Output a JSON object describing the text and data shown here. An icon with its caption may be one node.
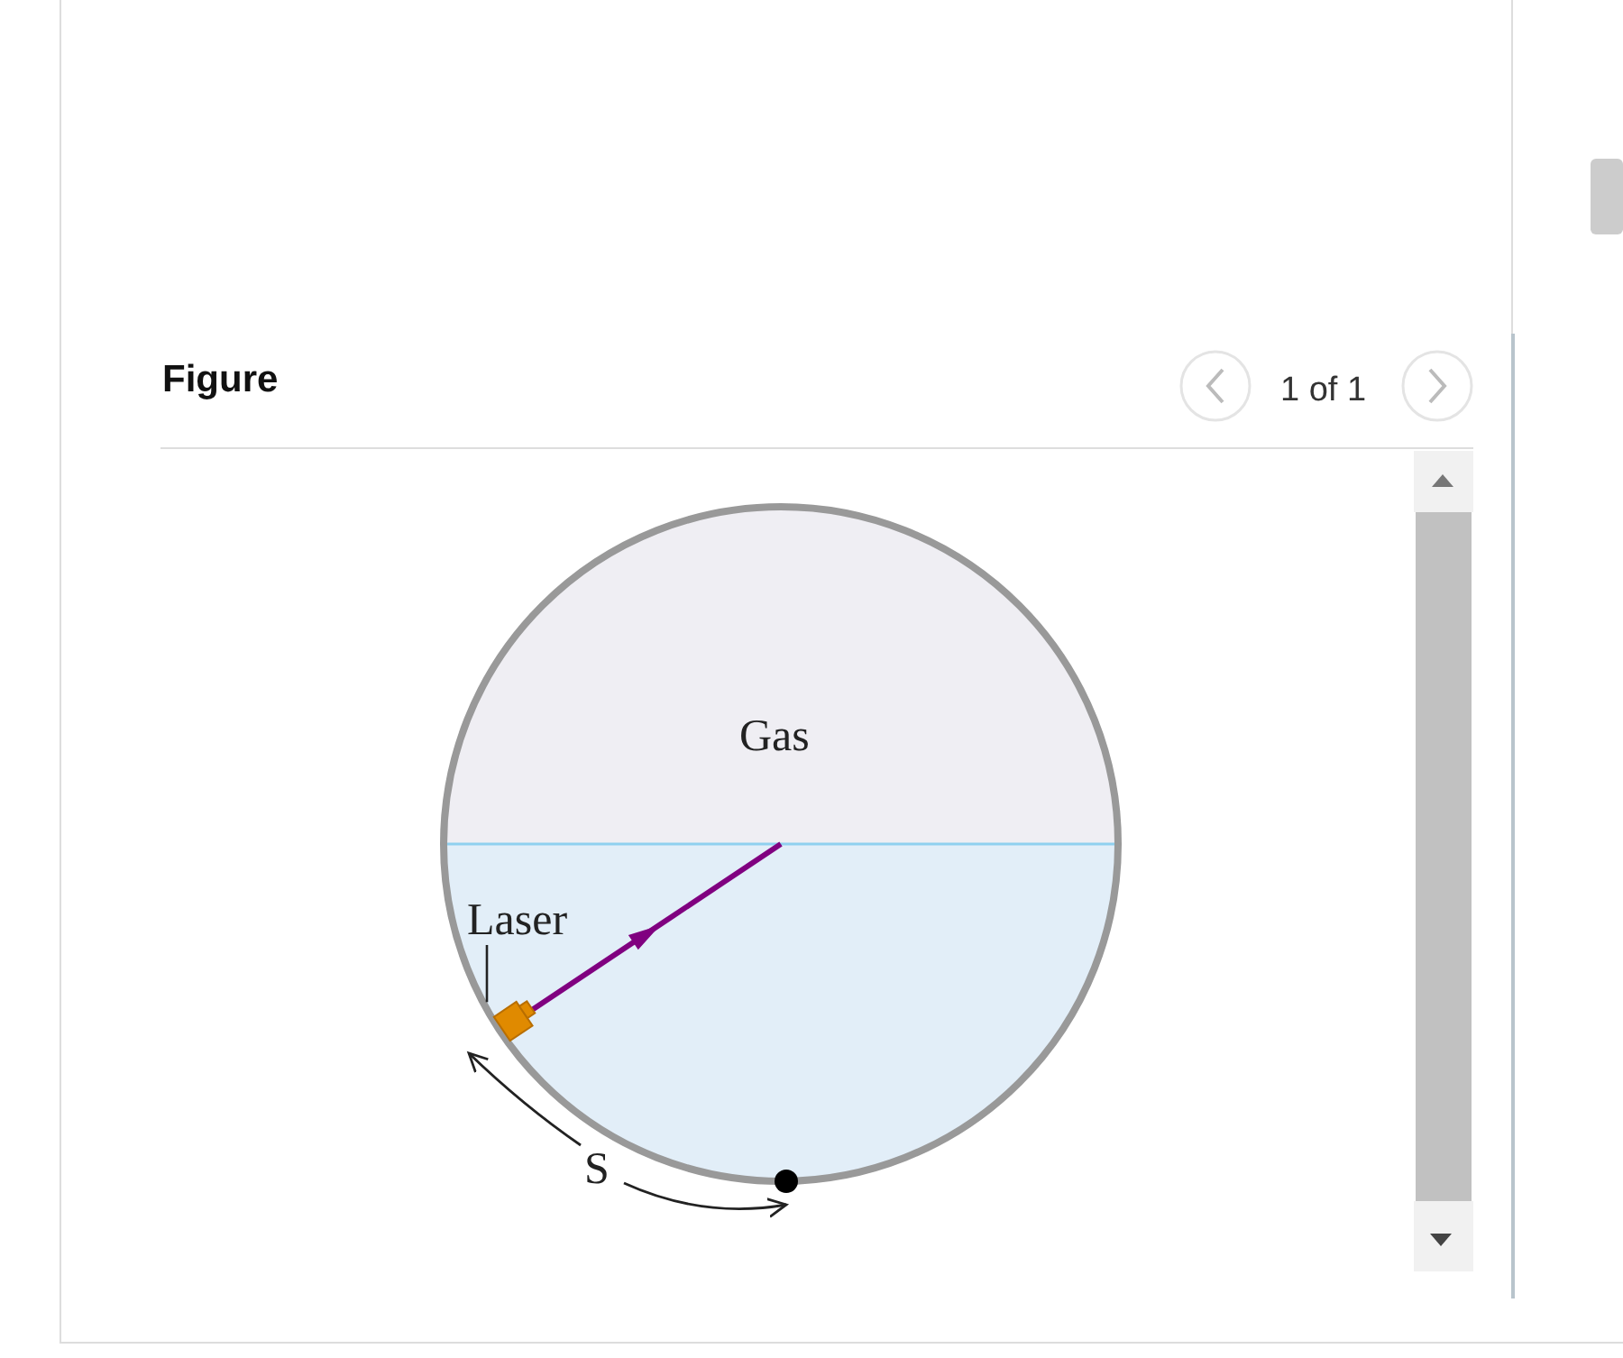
{
  "diagram": {
    "title": "Figure",
    "nodes": [
      {
        "text": [
          "Laser"
        ]
      },
      {
        "text": [],
        "shape": "box"
      }
    ],
    "edges": [
      {
        "from": 0,
        "to": 1,
        "arrow": "none"
      }
    ],
    "labels": [
      "Gas",
      "S",
      "1 of 1"
    ]
  }
}
